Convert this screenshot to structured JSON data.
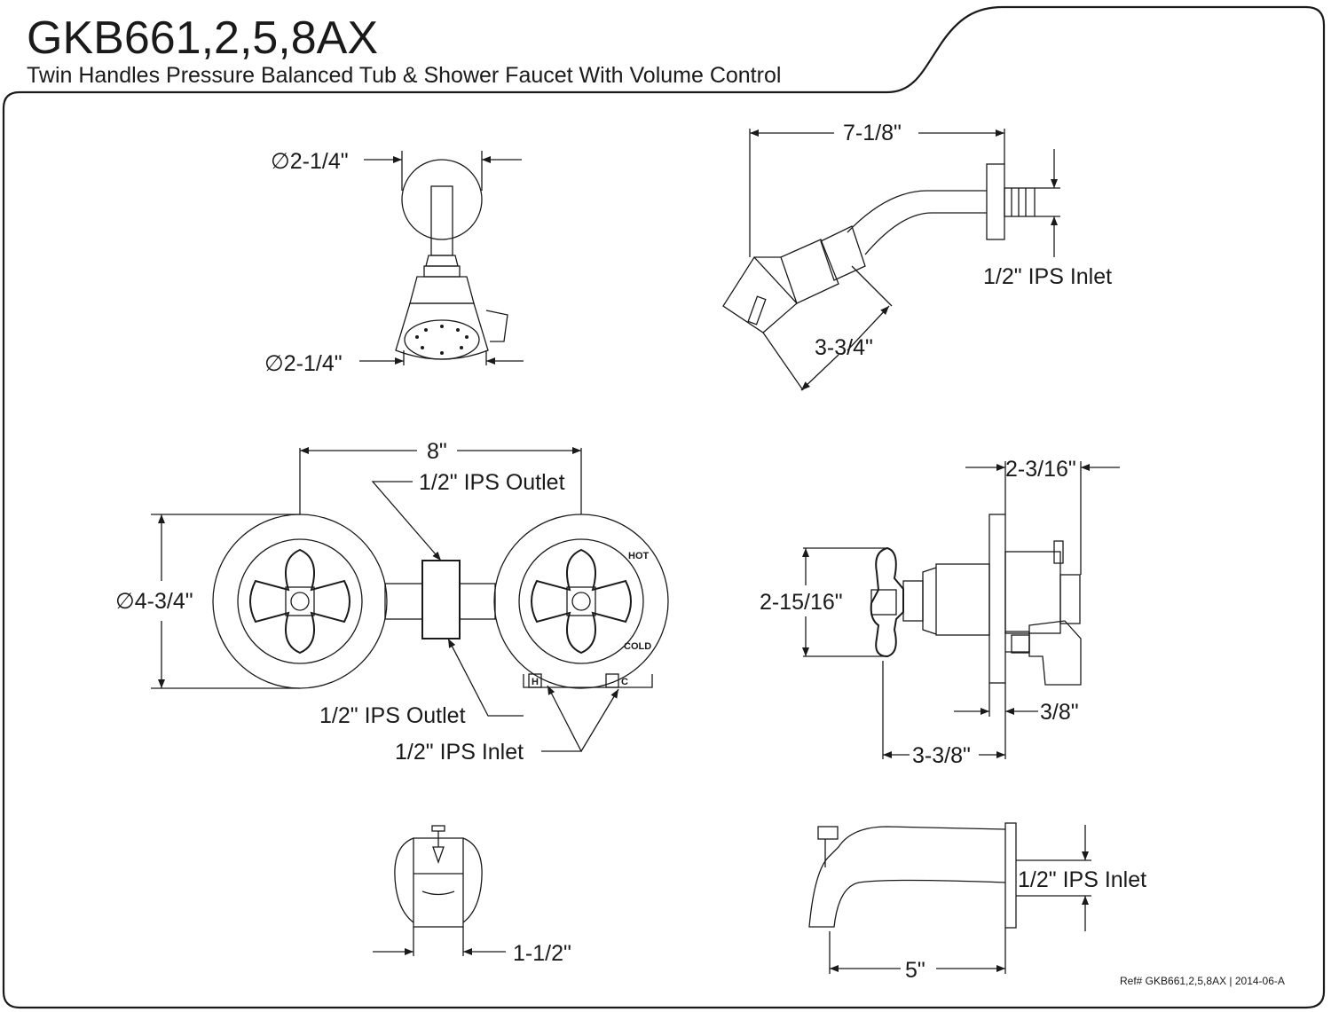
{
  "header": {
    "model": "GKB661,2,5,8AX",
    "description": "Twin Handles Pressure Balanced Tub & Shower Faucet With Volume Control"
  },
  "showerhead_front": {
    "flange_diameter": "∅2-1/4\"",
    "head_diameter": "∅2-1/4\""
  },
  "showerhead_side": {
    "arm_length": "7-1/8\"",
    "inlet": "1/2\" IPS Inlet",
    "head_depth": "3-3/4\""
  },
  "valve_front": {
    "width": "8\"",
    "outlet_top": "1/2\" IPS Outlet",
    "escutcheon_diameter": "∅4-3/4\"",
    "hot_label": "HOT",
    "cold_label": "COLD",
    "outlet_bottom": "1/2\" IPS Outlet",
    "inlet": "1/2\" IPS Inlet",
    "port_h": "H",
    "port_c": "C"
  },
  "valve_side": {
    "depth": "2-3/16\"",
    "handle_height": "2-15/16\"",
    "wall_gap": "3/8\"",
    "handle_projection": "3-3/8\""
  },
  "spout_front": {
    "width": "1-1/2\""
  },
  "spout_side": {
    "inlet": "1/2\" IPS Inlet",
    "length": "5\""
  },
  "footer": {
    "ref": "Ref# GKB661,2,5,8AX | 2014-06-A"
  }
}
